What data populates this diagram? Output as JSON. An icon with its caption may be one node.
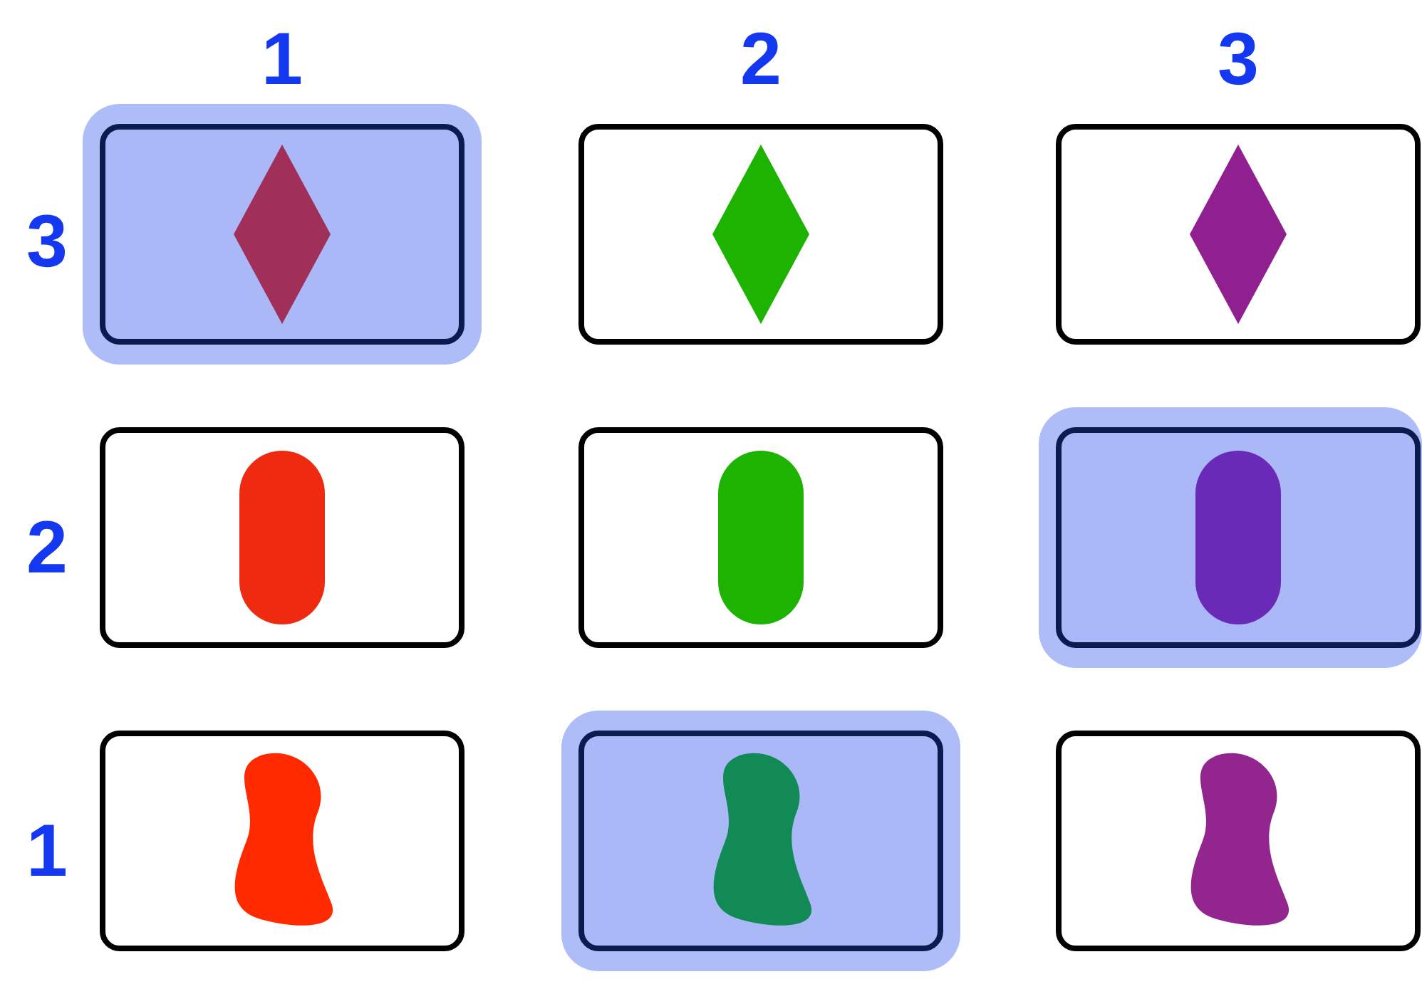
{
  "diagram": {
    "nodes": [
      {
        "text": [],
        "shape": "box"
      },
      {
        "text": [],
        "shape": "box"
      },
      {
        "text": [],
        "shape": "box"
      },
      {
        "text": [],
        "shape": "box"
      },
      {
        "text": [],
        "shape": "box"
      },
      {
        "text": [],
        "shape": "box"
      },
      {
        "text": [],
        "shape": "box"
      },
      {
        "text": [],
        "shape": "box"
      },
      {
        "text": [],
        "shape": "box"
      }
    ],
    "labels": [
      "1",
      "2",
      "3",
      "3",
      "2",
      "1"
    ]
  }
}
